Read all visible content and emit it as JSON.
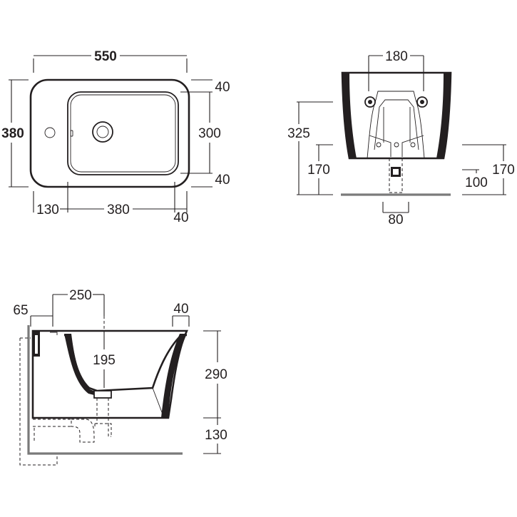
{
  "top_view": {
    "overall_width": "550",
    "overall_depth": "380",
    "edge_top": "40",
    "inner_depth": "300",
    "edge_bottom": "40",
    "left_offset": "130",
    "bowl_width": "380",
    "right_edge": "40"
  },
  "front_view": {
    "bolt_spacing": "180",
    "height_total": "325",
    "height_left": "170",
    "height_right": "170",
    "height_outlet": "100",
    "outlet_width": "80"
  },
  "side_view": {
    "wall_offset": "65",
    "outlet_distance": "250",
    "rim_thickness": "40",
    "inner_depth": "195",
    "body_height": "290",
    "floor_clearance": "130"
  },
  "colors": {
    "line": "#231f20",
    "floor": "#7a7a7a",
    "background": "#ffffff"
  }
}
